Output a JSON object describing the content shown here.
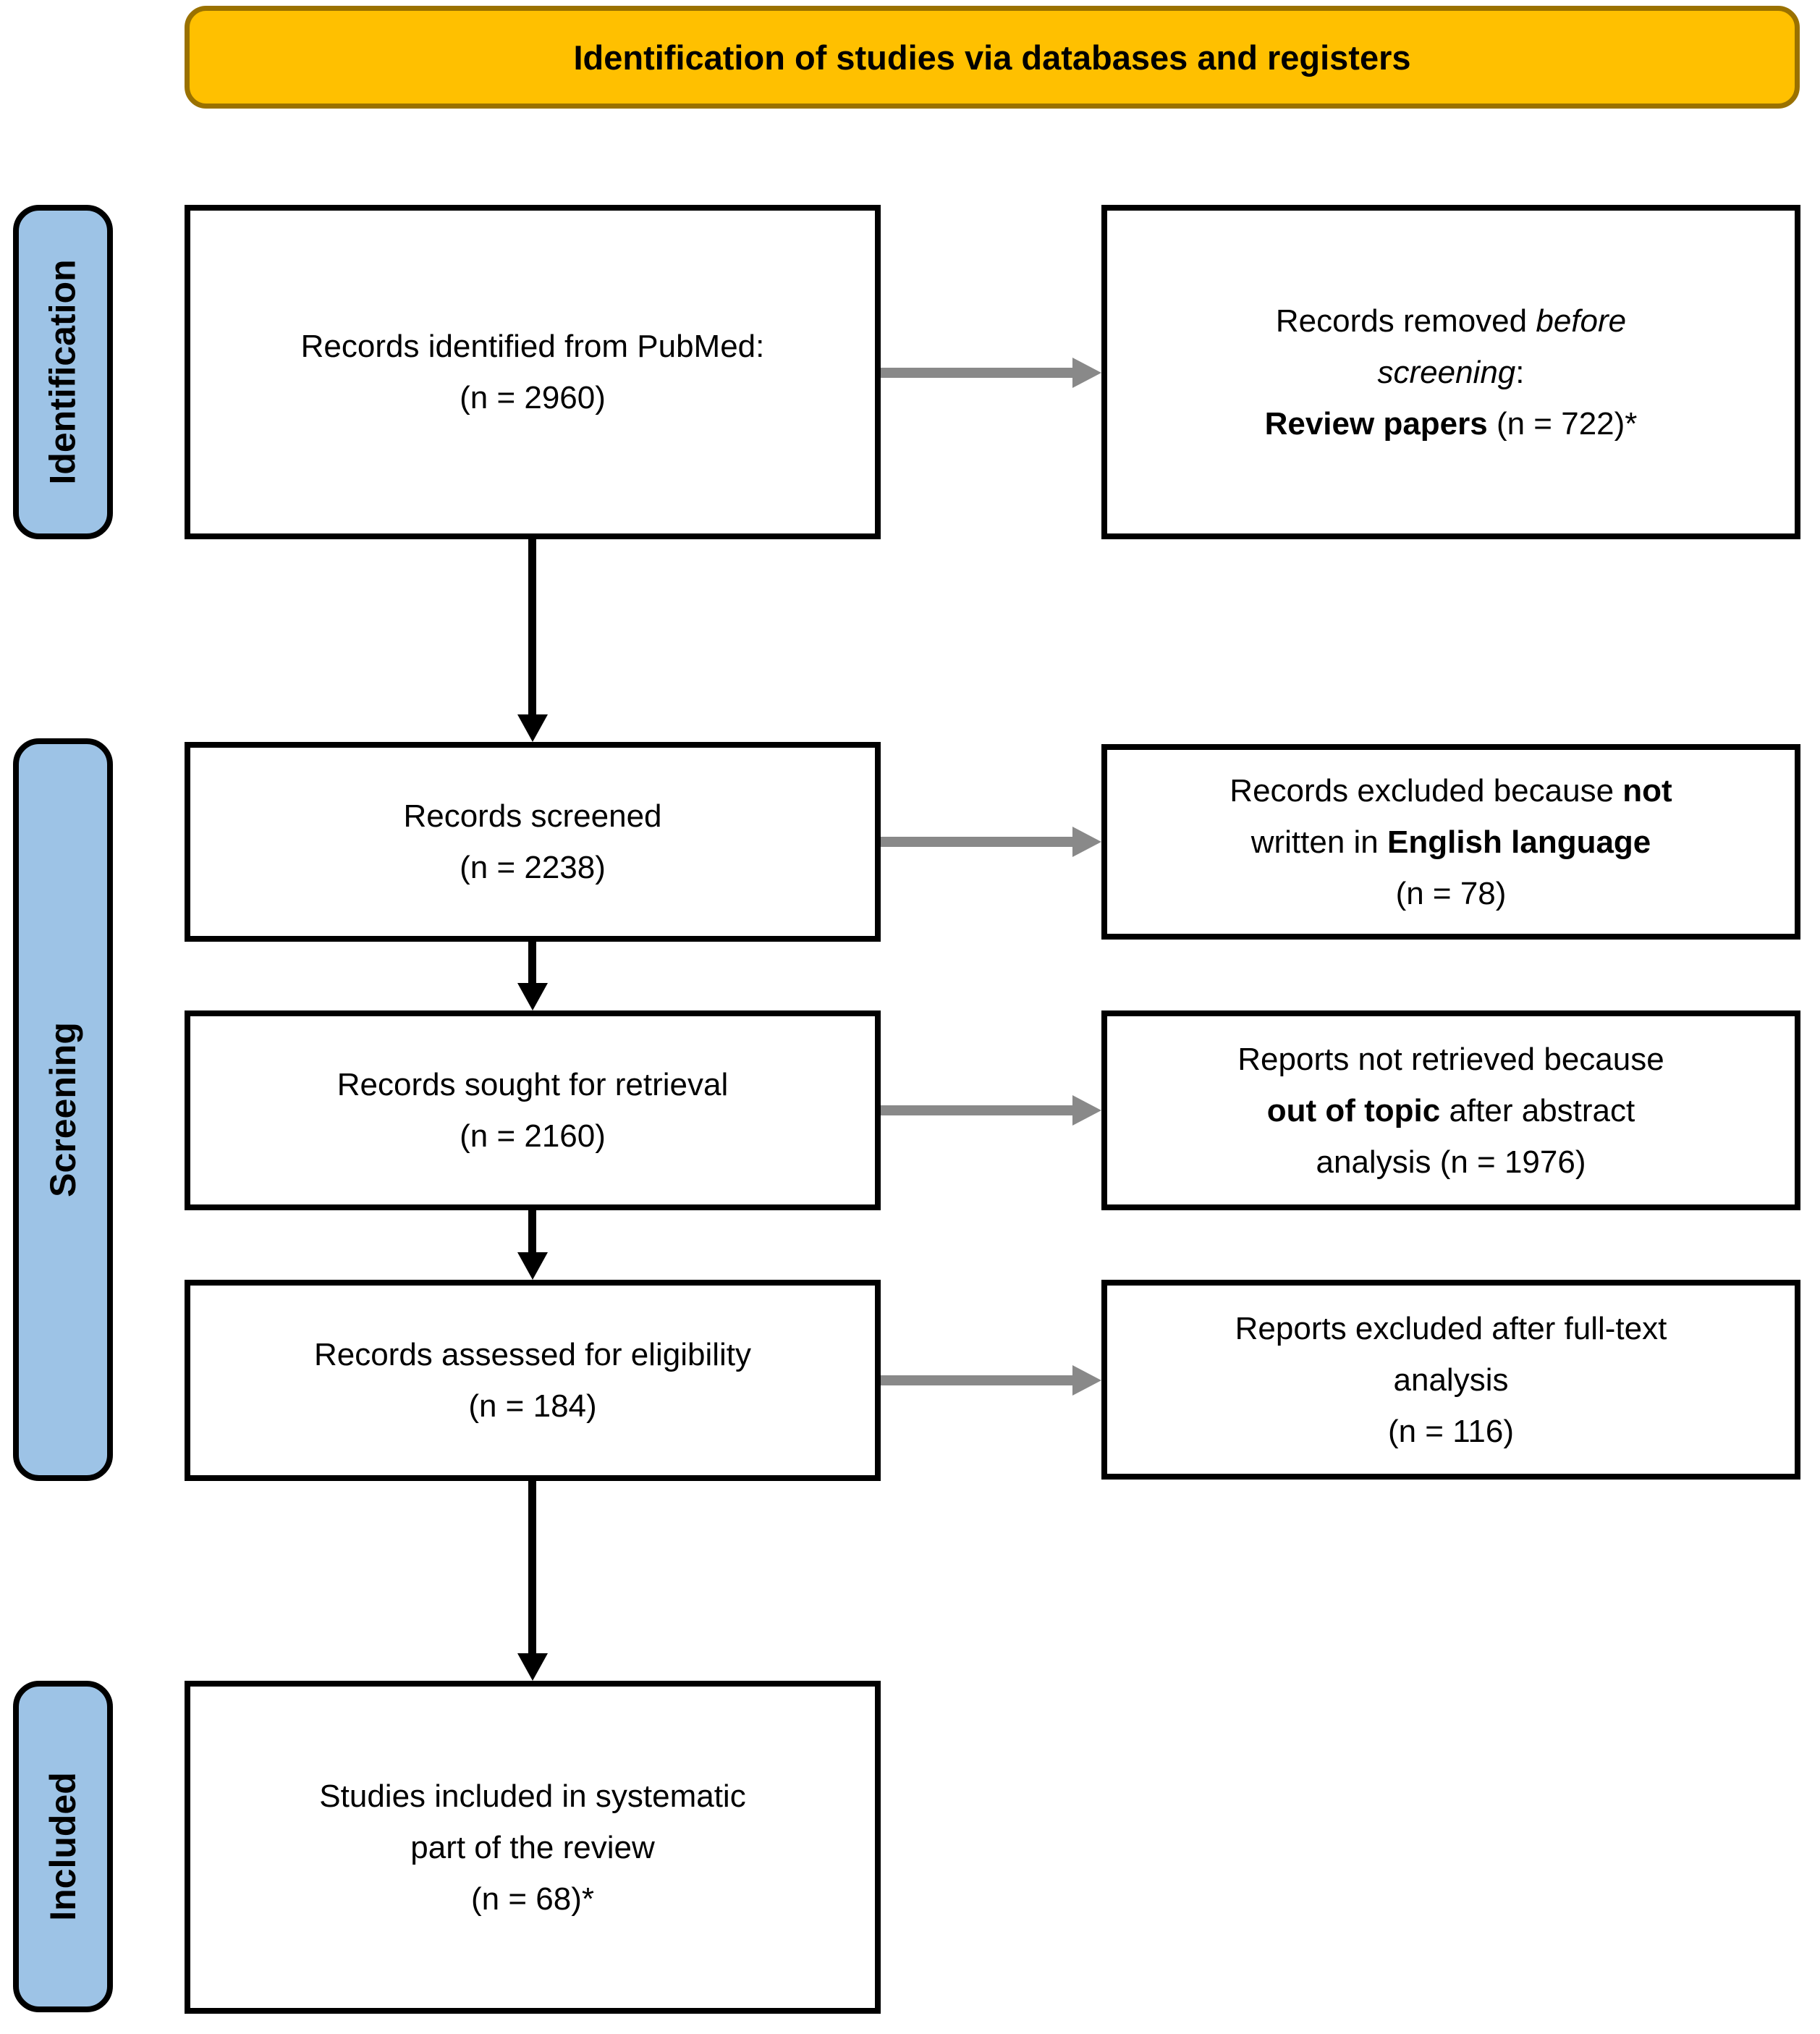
{
  "banner": {
    "title": "Identification of studies via databases and registers"
  },
  "stages": {
    "identification": "Identification",
    "screening": "Screening",
    "included": "Included"
  },
  "boxes": {
    "identified": {
      "line1": "Records identified from PubMed:",
      "line2": "(n = 2960)"
    },
    "screened": {
      "line1": "Records screened",
      "line2": "(n = 2238)"
    },
    "sought": {
      "line1": "Records sought for retrieval",
      "line2": "(n = 2160)"
    },
    "assessed": {
      "line1": "Records assessed for eligibility",
      "line2": "(n = 184)"
    },
    "included": {
      "line1": "Studies included in systematic",
      "line2": "part of the review",
      "line3": "(n = 68)*"
    },
    "removed_before_screening": {
      "l1_normal": "Records removed ",
      "l1_italic": "before",
      "l2_italic": "screening",
      "l2_normal": ":",
      "l3_bold": "Review papers",
      "l3_normal": " (n = 722)*"
    },
    "excluded_not_english": {
      "l1_normal": "Records excluded because ",
      "l1_bold": "not",
      "l2_normal": "written in ",
      "l2_bold": "English language",
      "l3": "(n = 78)"
    },
    "not_retrieved": {
      "l1": "Reports not retrieved because",
      "l2_bold": "out of topic",
      "l2_normal": " after abstract",
      "l3": "analysis (n = 1976)"
    },
    "excluded_fulltext": {
      "l1": "Reports excluded after full-text",
      "l2": "analysis",
      "l3": "(n = 116)"
    }
  },
  "colors": {
    "banner_bg": "#FFC000",
    "banner_border": "#9A7100",
    "stage_bg": "#9DC3E6",
    "box_border": "#000000",
    "arrow_black": "#000000",
    "arrow_gray": "#898989"
  }
}
